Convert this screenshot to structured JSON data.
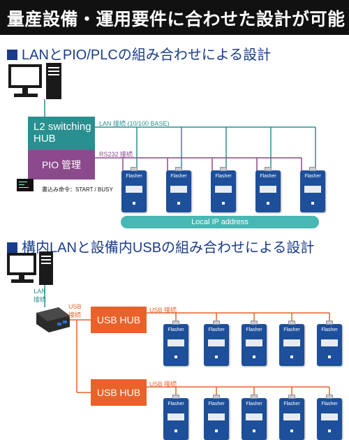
{
  "banner": {
    "title": "量産設備・運用要件に合わせた設計が可能"
  },
  "section1": {
    "title": "LANとPIO/PLCの組み合わせによる設計",
    "l2_hub_line1": "L2 switching",
    "l2_hub_line2": "HUB",
    "pio_label": "PIO 管理",
    "lan_label": "LAN 接続 (10/100 BASE)",
    "rs232_label": "RS232 接続",
    "command_label": "書込み命令：START / BUSY",
    "local_ip_label": "Local IP address",
    "device_name": "Flasher"
  },
  "section2": {
    "title": "構内LANと設備内USBの組み合わせによる設計",
    "lan_label_line1": "LAN",
    "lan_label_line2": "接続",
    "usb_label_line1": "USB",
    "usb_label_line2": "接続",
    "usb_hub1": "USB HUB",
    "usb_hub2": "USB HUB",
    "usb_conn1": "USB 接続",
    "usb_conn2": "USB 接続",
    "device_name": "Flasher"
  },
  "colors": {
    "lan": "#2a8f8f",
    "rs232": "#8b4a8c",
    "usb": "#e8622a",
    "title_blue": "#1a3c8a",
    "flasher": "#1d4f9a"
  }
}
